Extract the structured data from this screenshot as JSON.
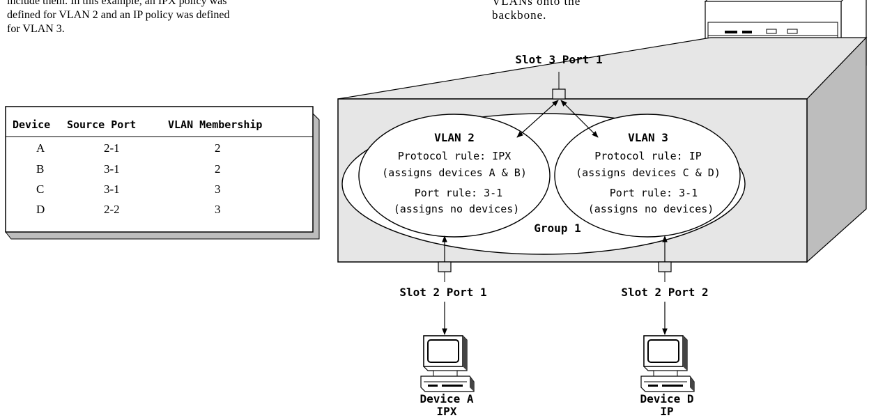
{
  "intro_lines": [
    "include them. In this example, an IPX policy was",
    "defined for VLAN 2 and an IP policy was defined",
    "for VLAN 3."
  ],
  "callout_lines": [
    "VLANs onto the",
    "backbone."
  ],
  "table": {
    "headers": [
      "Device",
      "Source Port",
      "VLAN Membership"
    ],
    "rows": [
      [
        "A",
        "2-1",
        "2"
      ],
      [
        "B",
        "3-1",
        "2"
      ],
      [
        "C",
        "3-1",
        "3"
      ],
      [
        "D",
        "2-2",
        "3"
      ]
    ]
  },
  "ports": {
    "top": "Slot 3 Port 1",
    "bottom_left": "Slot 2 Port 1",
    "bottom_right": "Slot 2 Port 2"
  },
  "vlans": [
    {
      "title": "VLAN 2",
      "protocol": "Protocol rule: IPX",
      "protocol_assign": "(assigns devices A & B)",
      "port": "Port rule: 3-1",
      "port_assign": "(assigns no devices)"
    },
    {
      "title": "VLAN 3",
      "protocol": "Protocol rule: IP",
      "protocol_assign": "(assigns devices C & D)",
      "port": "Port rule: 3-1",
      "port_assign": "(assigns no devices)"
    }
  ],
  "group_label": "Group 1",
  "devices": [
    {
      "name": "Device A",
      "protocol": "IPX"
    },
    {
      "name": "Device D",
      "protocol": "IP"
    }
  ],
  "colors": {
    "box_fill": "#e6e6e6",
    "side_fill": "#bdbdbd",
    "line": "#000000"
  }
}
